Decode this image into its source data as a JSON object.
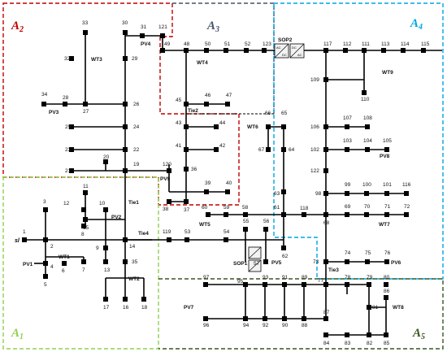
{
  "areas": [
    {
      "id": "A2",
      "main": "A",
      "sub": "2",
      "color": "#c00000"
    },
    {
      "id": "A3",
      "main": "A",
      "sub": "3",
      "color": "#44546a"
    },
    {
      "id": "A4",
      "main": "A",
      "sub": "4",
      "color": "#00a6e4"
    },
    {
      "id": "A1",
      "main": "A",
      "sub": "1",
      "color": "#92d050"
    },
    {
      "id": "A5",
      "main": "A",
      "sub": "5",
      "color": "#375623"
    }
  ],
  "labels": {
    "sop1": "SOP1",
    "sop2": "SOP2",
    "ac": "AC",
    "dc": "DC",
    "tie1": "Tie1",
    "tie2": "Tie2",
    "tie3": "Tie3",
    "tie4": "Tie4",
    "sl": "sl"
  },
  "generators": [
    "WT1",
    "WT2",
    "WT3",
    "WT4",
    "WT5",
    "WT6",
    "WT7",
    "WT8",
    "WT9",
    "PV1",
    "PV2",
    "PV3",
    "PV4",
    "PV5",
    "PV6",
    "PV7",
    "PV8",
    "PV9"
  ],
  "buses": [
    "1",
    "2",
    "3",
    "4",
    "5",
    "6",
    "7",
    "8",
    "9",
    "10",
    "11",
    "12",
    "13",
    "14",
    "15",
    "16",
    "17",
    "18",
    "19",
    "20",
    "21",
    "22",
    "23",
    "24",
    "25",
    "26",
    "27",
    "28",
    "29",
    "30",
    "31",
    "32",
    "33",
    "34",
    "35",
    "36",
    "37",
    "38",
    "39",
    "40",
    "41",
    "42",
    "43",
    "44",
    "45",
    "46",
    "47",
    "48",
    "49",
    "50",
    "51",
    "52",
    "53",
    "54",
    "55",
    "56",
    "57",
    "58",
    "59",
    "60",
    "61",
    "62",
    "63",
    "64",
    "65",
    "66",
    "67",
    "68",
    "69",
    "70",
    "71",
    "72",
    "73",
    "74",
    "75",
    "76",
    "77",
    "78",
    "79",
    "80",
    "81",
    "82",
    "83",
    "84",
    "85",
    "86",
    "87",
    "88",
    "89",
    "90",
    "91",
    "92",
    "93",
    "94",
    "95",
    "96",
    "97",
    "98",
    "99",
    "100",
    "101",
    "102",
    "103",
    "104",
    "105",
    "106",
    "107",
    "108",
    "109",
    "110",
    "111",
    "112",
    "113",
    "114",
    "115",
    "116",
    "117",
    "118",
    "119",
    "120",
    "121",
    "122",
    "123"
  ]
}
